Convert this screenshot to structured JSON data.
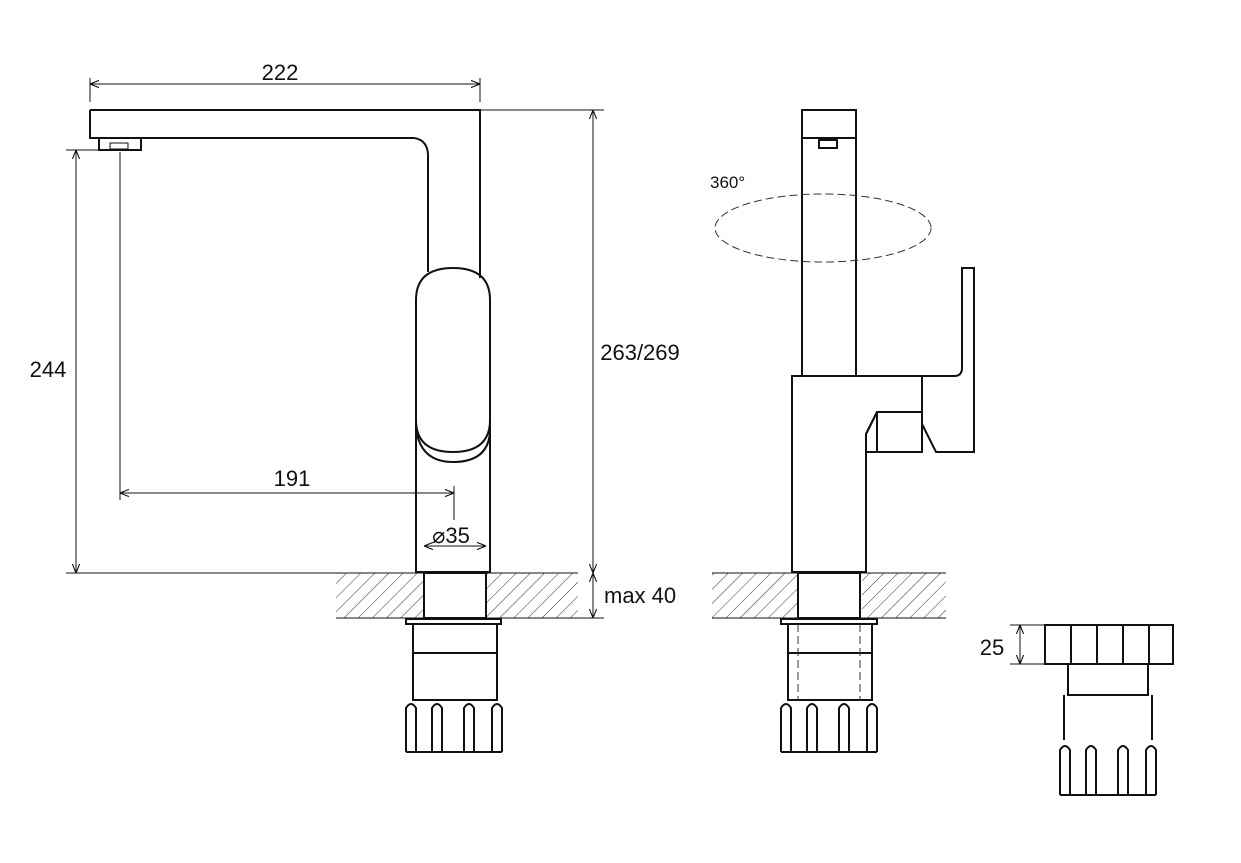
{
  "dimensions": {
    "spout_reach": "222",
    "total_height": "244",
    "height_range": "263/269",
    "outlet_reach": "191",
    "body_diameter": "⌀35",
    "max_thickness": "max 40",
    "rotation": "360°",
    "nut_height": "25"
  }
}
